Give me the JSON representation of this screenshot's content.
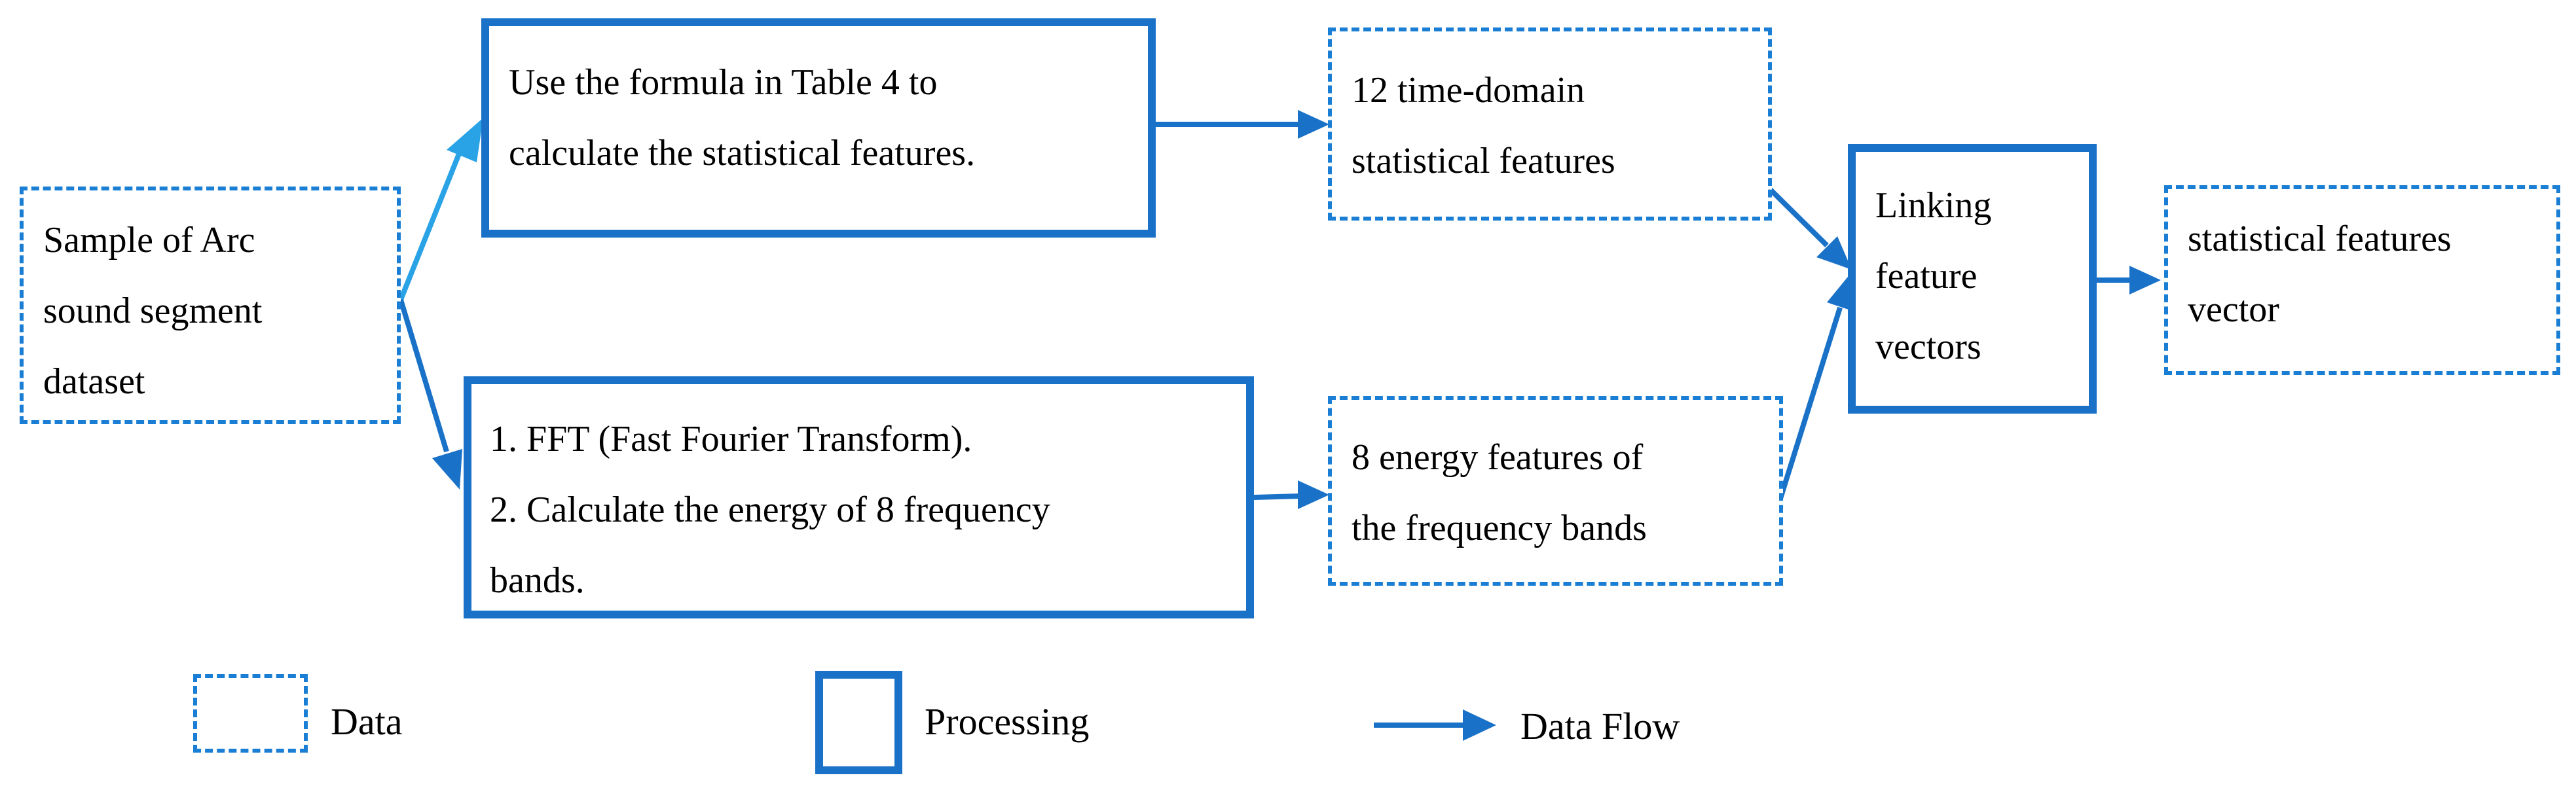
{
  "nodes": {
    "sample_dataset": {
      "lines": [
        "Sample of Arc",
        "sound segment",
        "dataset"
      ]
    },
    "formula_step": {
      "lines": [
        "Use the formula in Table 4 to",
        "calculate the statistical features."
      ]
    },
    "fft_step": {
      "lines": [
        "1. FFT (Fast Fourier Transform).",
        "2. Calculate the energy of 8 frequency",
        "bands."
      ]
    },
    "time_features": {
      "lines": [
        "12 time-domain",
        "statistical features"
      ]
    },
    "energy_features": {
      "lines": [
        "8 energy features of",
        "the frequency bands"
      ]
    },
    "linking": {
      "lines": [
        "Linking",
        "feature",
        "vectors"
      ]
    },
    "output_vector": {
      "lines": [
        "statistical features",
        "vector"
      ]
    }
  },
  "legend": {
    "data_label": "Data",
    "processing_label": "Processing",
    "flow_label": "Data Flow"
  },
  "colors": {
    "data_border": "#1a7fd4",
    "process_border": "#1a72c8",
    "arrow": "#1a72c8",
    "arrow_light": "#2aa3e6"
  }
}
